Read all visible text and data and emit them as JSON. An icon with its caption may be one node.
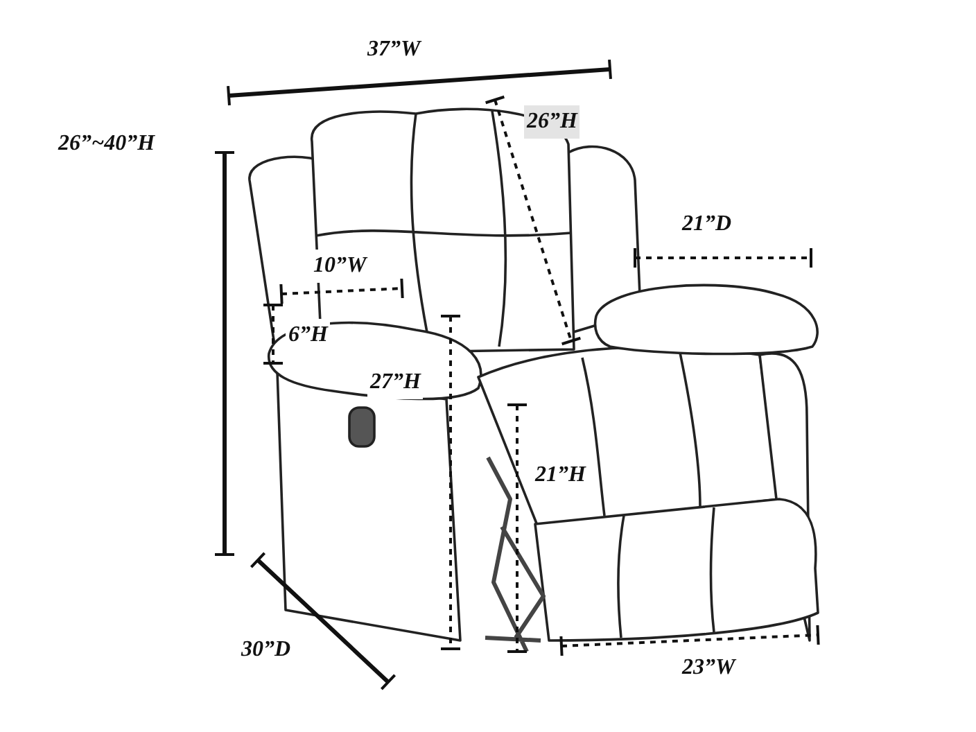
{
  "diagram": {
    "labels": [
      "37”W",
      "26”~40”H",
      "26”H",
      "21”D",
      "10”W",
      "6”H",
      "27”H",
      "21”H",
      "30”D",
      "23”W"
    ]
  }
}
